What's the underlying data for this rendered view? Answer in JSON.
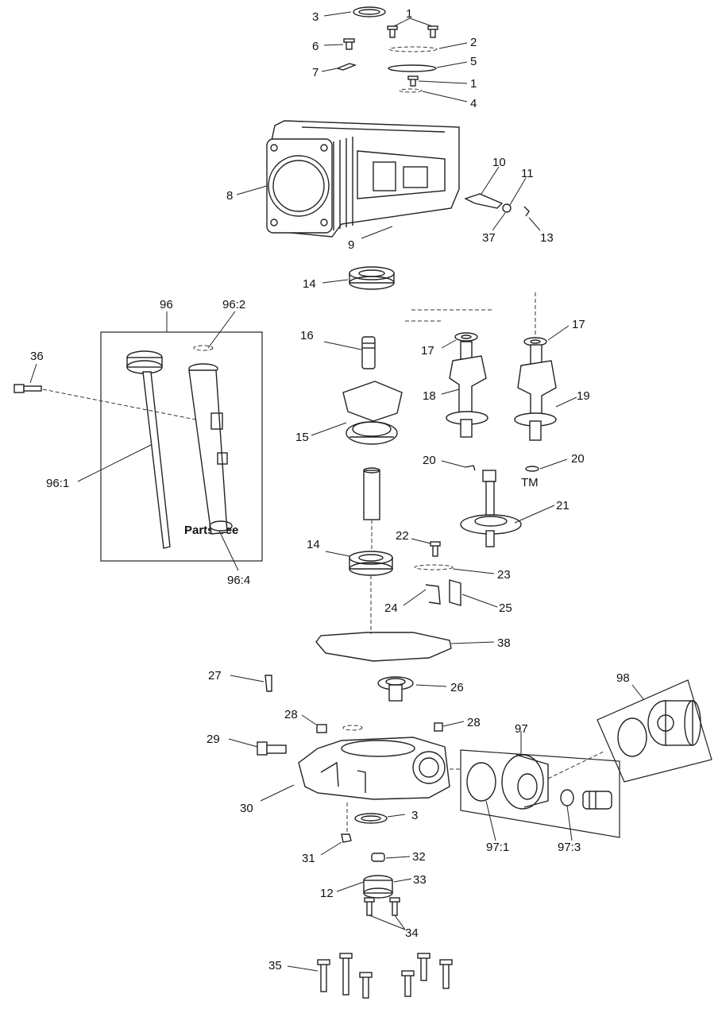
{
  "watermark": {
    "text": "PartsTree",
    "trademark": "TM"
  },
  "callouts": {
    "c1a": "1",
    "c2": "2",
    "c3a": "3",
    "c5": "5",
    "c6": "6",
    "c7": "7",
    "c1b": "1",
    "c4": "4",
    "c8": "8",
    "c9": "9",
    "c10": "10",
    "c11": "11",
    "c37": "37",
    "c13": "13",
    "c14a": "14",
    "c96": "96",
    "c96_2": "96:2",
    "c36": "36",
    "c96_1": "96:1",
    "c96_4": "96:4",
    "c16": "16",
    "c15": "15",
    "c17a": "17",
    "c17b": "17",
    "c18": "18",
    "c19": "19",
    "c20a": "20",
    "c20b": "20",
    "c21": "21",
    "c14b": "14",
    "c22": "22",
    "c23": "23",
    "c24": "24",
    "c25": "25",
    "c38": "38",
    "c27": "27",
    "c26": "26",
    "c98": "98",
    "c28a": "28",
    "c28b": "28",
    "c97": "97",
    "c29": "29",
    "c30": "30",
    "c3b": "3",
    "c97_1": "97:1",
    "c97_3": "97:3",
    "c31": "31",
    "c32": "32",
    "c12": "12",
    "c33": "33",
    "c34": "34",
    "c35": "35"
  }
}
